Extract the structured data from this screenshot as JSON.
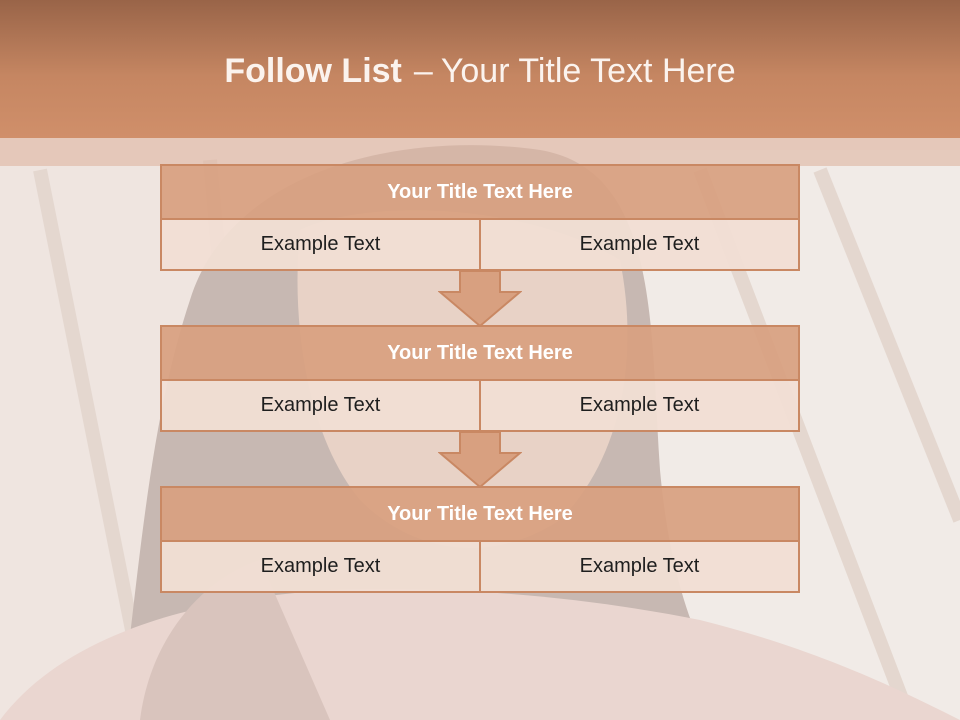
{
  "slide": {
    "title_bold": "Follow List",
    "title_dash": "–",
    "title_rest": "Your Title Text Here"
  },
  "blocks": [
    {
      "title": "Your Title Text Here",
      "cells": [
        "Example Text",
        "Example Text"
      ]
    },
    {
      "title": "Your Title Text Here",
      "cells": [
        "Example Text",
        "Example Text"
      ]
    },
    {
      "title": "Your Title Text Here",
      "cells": [
        "Example Text",
        "Example Text"
      ]
    }
  ],
  "colors": {
    "accent": "#c98863",
    "header": "#c58662",
    "block_title_fill": "#d8a080",
    "block_cell_fill": "#f1ded4"
  },
  "icons": [
    "down-arrow-icon",
    "down-arrow-icon"
  ]
}
